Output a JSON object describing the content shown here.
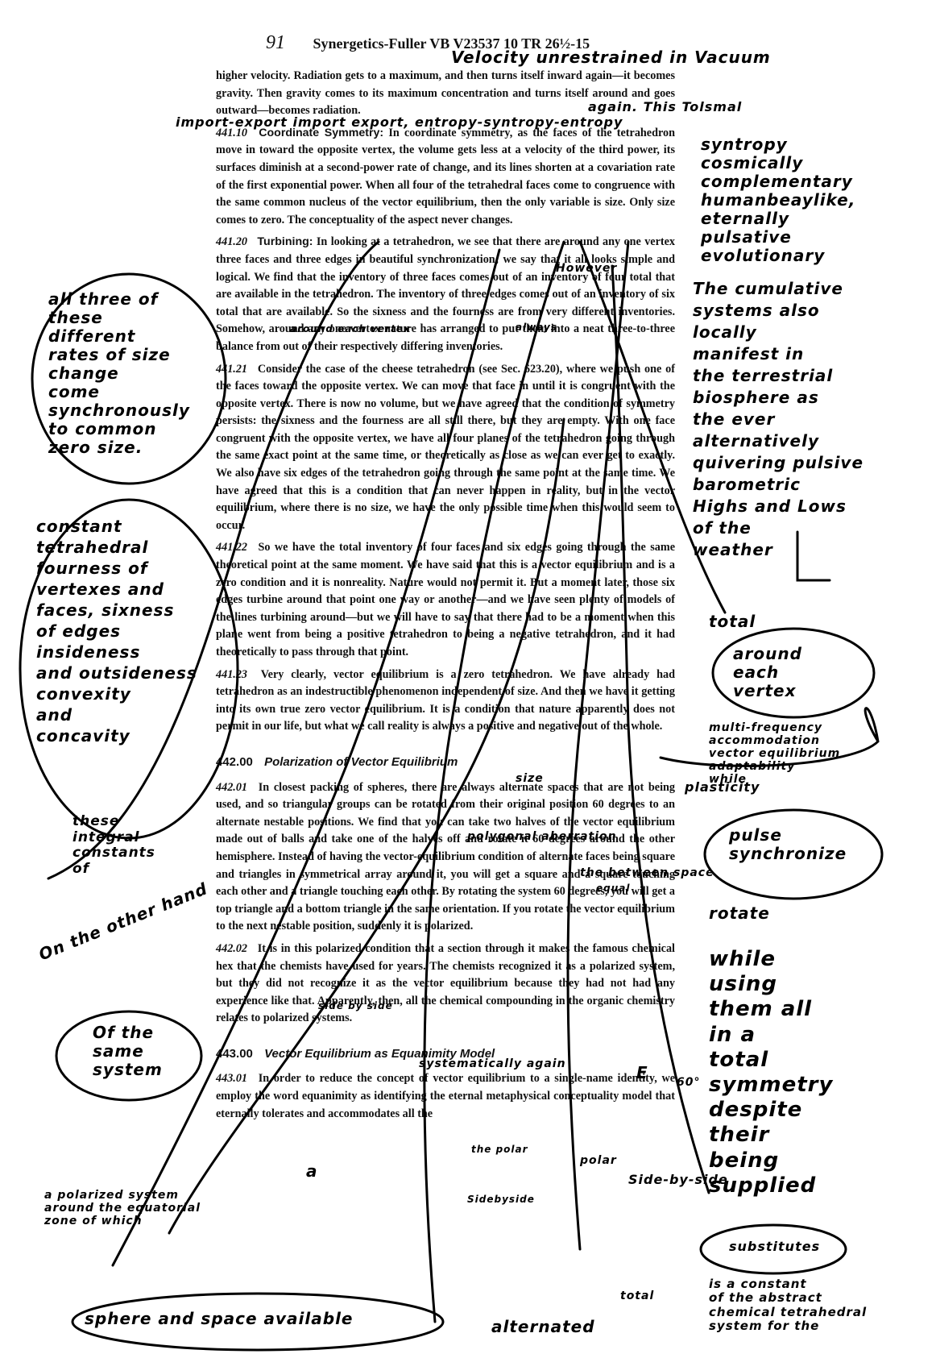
{
  "header": {
    "page_mark": "91",
    "running_head": "Synergetics-Fuller VB V23537 10 TR 26½-15"
  },
  "body": {
    "intro": "higher velocity. Radiation gets to a maximum, and then turns itself inward again—it becomes gravity. Then gravity comes to its maximum concentration and turns itself around and goes outward—becomes radiation.",
    "s441_10": {
      "num": "441.10",
      "title": "Coordinate Symmetry:",
      "text": "In coordinate symmetry, as the faces of the tetrahedron move in toward the opposite vertex, the volume gets less at a velocity of the third power, its surfaces diminish at a second-power rate of change, and its lines shorten at a covariation rate of the first exponential power. When all four of the tetrahedral faces come to congruence with the same common nucleus of the vector equilibrium, then the only variable is size. Only size comes to zero. The conceptuality of the aspect never changes."
    },
    "s441_20": {
      "num": "441.20",
      "title": "Turbining:",
      "text": "In looking at a tetrahedron, we see that there are around any one vertex three faces and three edges in beautiful synchronization; we say that it all looks simple and logical. We find that the inventory of three faces comes out of an inventory of four total that are available in the tetrahedron. The inventory of three edges comes out of an inventory of six total that are available. So the sixness and the fourness are from very different inventories. Somehow, around any one vertex nature has arranged to put them into a neat three-to-three balance from out of their respectively differing inventories."
    },
    "s441_21": {
      "num": "441.21",
      "text": "Consider the case of the cheese tetrahedron (see Sec. 623.20), where we push one of the faces toward the opposite vertex. We can move that face in until it is congruent with the opposite vertex. There is now no volume, but we have agreed that the condition of symmetry persists: the sixness and the fourness are all still there, but they are empty. With one face congruent with the opposite vertex, we have all four planes of the tetrahedron going through the same exact point at the same time, or theoretically as close as we can ever get to exactly. We also have six edges of the tetrahedron going through the same point at the same time. We have agreed that this is a condition that can never happen in reality, but in the vector equilibrium, where there is no size, we have the only possible time when this would seem to occur."
    },
    "s441_22": {
      "num": "441.22",
      "text": "So we have the total inventory of four faces and six edges going through the same theoretical point at the same moment. We have said that this is a vector equilibrium and is a zero condition and it is nonreality. Nature would not permit it. But a moment later, those six edges turbine around that point one way or another—and we have seen plenty of models of the lines turbining around—but we will have to say that there had to be a moment when this plane went from being a positive tetrahedron to being a negative tetrahedron, and it had theoretically to pass through that point."
    },
    "s441_23": {
      "num": "441.23",
      "text": "Very clearly, vector equilibrium is a zero tetrahedron. We have already had tetrahedron as an indestructible phenomenon independent of size. And then we have it getting into its own true zero vector equilibrium. It is a condition that nature apparently does not permit in our life, but what we call reality is always a positive and negative out of the whole."
    },
    "h442": {
      "num": "442.00",
      "title": "Polarization of Vector Equilibrium"
    },
    "s442_01": {
      "num": "442.01",
      "text": "In closest packing of spheres, there are always alternate spaces that are not being used, and so triangular groups can be rotated from their original position 60 degrees to an alternate nestable positions. We find that you can take two halves of the vector equilibrium made out of balls and take one of the halves off and rotate it 60 degrees around the other hemisphere. Instead of having the vector-equilibrium condition of alternate faces being square and triangles in symmetrical array around it, you will get a square and a square touching each other and a triangle touching each other. By rotating the system 60 degrees, you will get a top triangle and a bottom triangle in the same orientation. If you rotate the vector equilibrium to the next nestable position, suddenly it is polarized."
    },
    "s442_02": {
      "num": "442.02",
      "text": "It is in this polarized condition that a section through it makes the famous chemical hex that the chemists have used for years. The chemists recognized it as a polarized system, but they did not recognize it as the vector equilibrium because they had not had any experience like that. Apparently, then, all the chemical compounding in the organic chemistry relates to polarized systems."
    },
    "h443": {
      "num": "443.00",
      "title": "Vector Equilibrium as Equanimity Model"
    },
    "s443_01": {
      "num": "443.01",
      "text": "In order to reduce the concept of vector equilibrium to a single-name identity, we employ the word equanimity as identifying the eternal metaphysical conceptuality model that eternally tolerates and accommodates all the"
    }
  },
  "annotations": {
    "top_right": "Velocity unrestrained in Vacuum",
    "line_gain": "again. This Tolsmal",
    "import_line": "import-export import export, entropy-syntropy-entropy",
    "right_top_stack": [
      "syntropy",
      "cosmically",
      "complementary",
      "humanbeaylike,",
      "eternally",
      "pulsative",
      "evolutionary"
    ],
    "right_mid_stack": [
      "The cumulative",
      "systems also",
      "locally",
      "manifest in",
      "the terrestrial",
      "biosphere as",
      "the ever",
      "alternatively",
      "quivering pulsive",
      "barometric",
      "Highs and Lows",
      "of the",
      "weather"
    ],
    "left_bubble_1": [
      "all three of these",
      "different",
      "rates of size",
      "change",
      "come synchronously",
      "to common",
      "zero size."
    ],
    "left_bubble_2": [
      "constant",
      "tetrahedral",
      "fourness of",
      "vertexes and",
      "faces, sixness",
      "of edges",
      "insideness",
      "and outsideness",
      "convexity",
      "and",
      "concavity"
    ],
    "left_small": [
      "these",
      "integral",
      "constants",
      "of"
    ],
    "left_other_hand": "On the other hand",
    "left_same_system": [
      "Of the",
      "same",
      "system"
    ],
    "left_polarized": [
      "a polarized system",
      "around the equatorial",
      "zone of which"
    ],
    "bottom_left": "sphere and space available",
    "total_tag": "total",
    "around_each": [
      "around",
      "each",
      "vertex"
    ],
    "multi_frequency": [
      "multi-frequency",
      "accommodation",
      "vector equilibrium",
      "adaptability",
      "while"
    ],
    "plastic": "plasticity",
    "pulse": [
      "pulse",
      "synchronize"
    ],
    "rotate": "rotate",
    "while_block": [
      "while",
      "using",
      "them all",
      "in a",
      "total",
      "symmetry",
      "despite",
      "their",
      "being",
      "supplied"
    ],
    "sidebyside": "Side-by-side",
    "substitute": "substitutes",
    "constant_abstract": [
      "is a constant",
      "of the abstract",
      "chemical tetrahedral",
      "system for the"
    ],
    "alternated": "alternated",
    "misc_inline": [
      "However",
      "around each vertex",
      "always",
      "size",
      "polygonal aberration",
      "the between space",
      "equal",
      "side by side",
      "systematically again",
      "the polar",
      "polar",
      "Sidebyside",
      "E",
      "60°",
      "a",
      "total"
    ]
  }
}
